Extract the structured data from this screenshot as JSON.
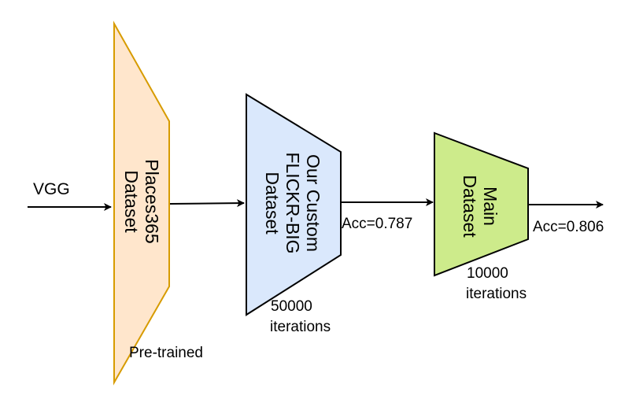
{
  "diagram": {
    "input_label": "VGG",
    "stages": [
      {
        "lines": [
          "Places365",
          "Dataset"
        ],
        "caption": "Pre-trained",
        "fill": "#ffe6cc",
        "stroke": "#d79b00"
      },
      {
        "lines": [
          "Our Custom",
          "FLICKR-BIG",
          "Dataset"
        ],
        "iterations": [
          "50000",
          "iterations"
        ],
        "accuracy": "Acc=0.787",
        "fill": "#dae8fc",
        "stroke": "#000000"
      },
      {
        "lines": [
          "Main",
          "Dataset"
        ],
        "iterations": [
          "10000",
          "iterations"
        ],
        "accuracy": "Acc=0.806",
        "fill": "#cdeb8b",
        "stroke": "#000000"
      }
    ]
  }
}
